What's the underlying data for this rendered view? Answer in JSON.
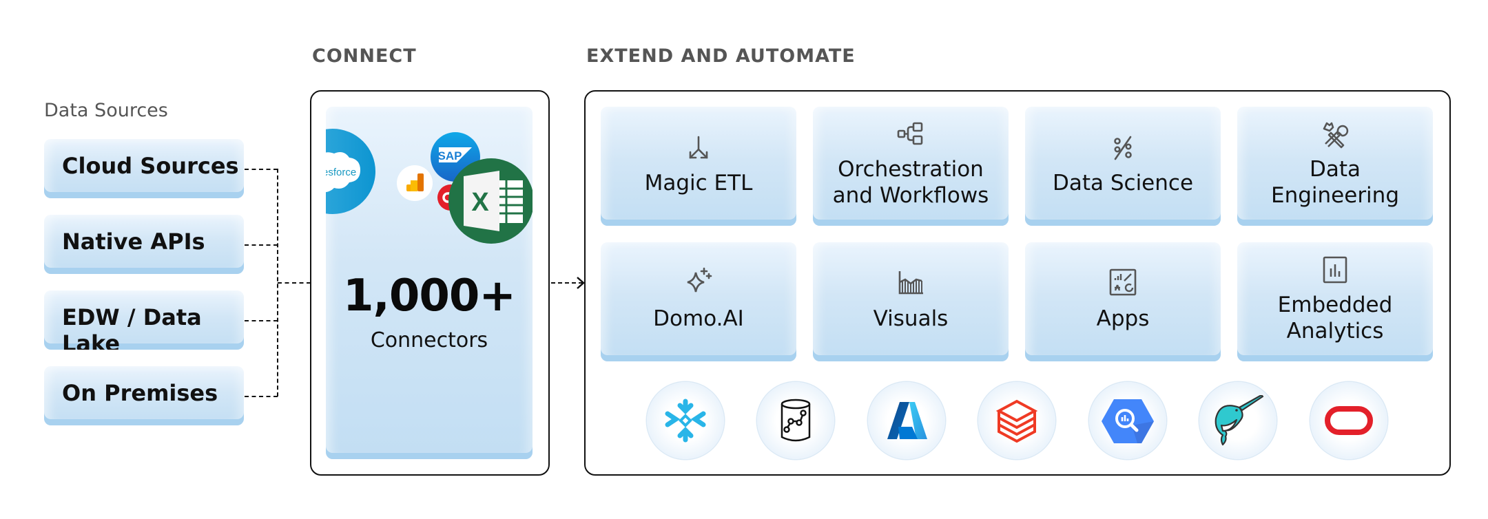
{
  "data_sources": {
    "heading": "Data Sources",
    "items": [
      {
        "label": "Cloud Sources"
      },
      {
        "label": "Native APIs"
      },
      {
        "label": "EDW / Data Lake"
      },
      {
        "label": "On Premises"
      }
    ]
  },
  "connect": {
    "heading": "CONNECT",
    "count": "1,000+",
    "subtitle": "Connectors",
    "logos": [
      "salesforce-logo",
      "google-analytics-logo",
      "sap-logo",
      "oracle-logo",
      "excel-logo"
    ],
    "salesforce_text": "salesforce",
    "sap_text": "SAP",
    "excel_text": "X"
  },
  "extend": {
    "heading": "EXTEND AND AUTOMATE",
    "features": [
      {
        "label_lines": [
          "Magic ETL"
        ],
        "icon": "split-arrows-icon"
      },
      {
        "label_lines": [
          "Orchestration",
          "and Workflows"
        ],
        "icon": "workflow-icon"
      },
      {
        "label_lines": [
          "Data Science"
        ],
        "icon": "percent-icon"
      },
      {
        "label_lines": [
          "Data",
          "Engineering"
        ],
        "icon": "tools-icon"
      },
      {
        "label_lines": [
          "Domo.AI"
        ],
        "icon": "sparkle-icon"
      },
      {
        "label_lines": [
          "Visuals"
        ],
        "icon": "chart-icon"
      },
      {
        "label_lines": [
          "Apps"
        ],
        "icon": "apps-dashboard-icon"
      },
      {
        "label_lines": [
          "Embedded",
          "Analytics"
        ],
        "icon": "embedded-chart-icon"
      }
    ],
    "partner_logos": [
      "snowflake-logo",
      "database-graph-logo",
      "azure-logo",
      "databricks-logo",
      "bigquery-logo",
      "narwhal-logo",
      "oracle-logo"
    ]
  },
  "colors": {
    "tile_top": "#eaf4fd",
    "tile_bottom": "#c2def3",
    "tile_edge": "#a8d1ef",
    "frame": "#111111",
    "heading": "#555555",
    "salesforce": "#1798c1",
    "sap": "#1a7fd4",
    "excel": "#217346",
    "oracle": "#e3202a",
    "snowflake": "#29b5e8",
    "azure": "#0a6ed1",
    "databricks": "#ef3a24",
    "bigquery": "#4386fa",
    "narwhal": "#2fc9cf"
  }
}
